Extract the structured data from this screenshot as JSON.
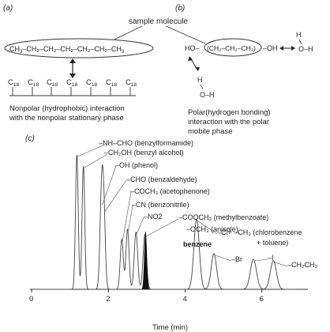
{
  "panels": {
    "a": "(a)",
    "b": "(b)",
    "c": "(c)"
  },
  "top": {
    "sample_label": "sample molecule",
    "chain": {
      "ch3": "CH",
      "ch3_sub": "3",
      "mid": "–CH₂–CH₂–CH₂–CH₂–CH₂–CH",
      "end_sub": "3"
    },
    "c18_base": "C",
    "c18_sub": "18",
    "nonpolar_line1": "Nonpolar (hydrophobic) interaction",
    "nonpolar_line2": "with the nonpolar stationary phase",
    "polar_left": "HO–",
    "polar_mid": "(CH₂–CH₂–CH₂)",
    "polar_right": "–OH",
    "water_h": "H",
    "water_o": "O–H",
    "polar_line1": "Polar(hydrogen bonding)",
    "polar_line2": "interaction with the polar",
    "polar_line3": "mobile phase"
  },
  "chromatogram": {
    "xlabel": "Time (min)",
    "ticks": [
      "0",
      "2",
      "4",
      "6"
    ],
    "labels": [
      {
        "text": "–NH–CHO (benzylformamide)"
      },
      {
        "text": "–CH₂OH (benzyl alcohol)"
      },
      {
        "text": "–OH (phenol)"
      },
      {
        "text": "–CHO (benzaldehyde)"
      },
      {
        "text": "–COCH₃ (acetophenone)"
      },
      {
        "text": "–CN (benzonitrile)"
      },
      {
        "text": "–NO2"
      },
      {
        "text": "–COOCH₃ (methylbenzoate)"
      },
      {
        "text": "–OCH₃ (anisole)"
      },
      {
        "text": "benzene"
      },
      {
        "text": "–Cl+ –CH₃ (chlorobenzene"
      },
      {
        "text": "+ toluene)"
      },
      {
        "text": "–Br"
      },
      {
        "text": "–I"
      },
      {
        "text": "–CH₂CH₃"
      }
    ],
    "peaks": [
      {
        "t": 1.18,
        "h": 0.94,
        "w": 0.035
      },
      {
        "t": 1.35,
        "h": 0.86,
        "w": 0.035
      },
      {
        "t": 1.82,
        "h": 0.6,
        "w": 0.04
      },
      {
        "t": 1.88,
        "h": 0.55,
        "w": 0.04
      },
      {
        "t": 2.35,
        "h": 0.35,
        "w": 0.04
      },
      {
        "t": 2.5,
        "h": 0.42,
        "w": 0.04
      },
      {
        "t": 2.72,
        "h": 0.4,
        "w": 0.045
      },
      {
        "t": 2.95,
        "h": 0.38,
        "w": 0.045
      },
      {
        "t": 4.3,
        "h": 0.49,
        "w": 0.07
      },
      {
        "t": 4.75,
        "h": 0.25,
        "w": 0.07
      },
      {
        "t": 5.78,
        "h": 0.21,
        "w": 0.08
      },
      {
        "t": 6.3,
        "h": 0.2,
        "w": 0.08
      }
    ],
    "filled_peak": {
      "t": 2.97,
      "h": 0.4,
      "w": 0.03
    },
    "xlim": [
      0,
      7.2
    ]
  }
}
